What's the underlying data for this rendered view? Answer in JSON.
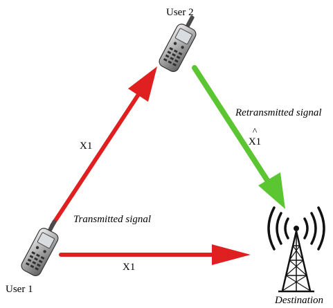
{
  "nodes": {
    "user1": {
      "label": "User 1",
      "icon": "mobile-phone-icon"
    },
    "user2": {
      "label": "User 2",
      "icon": "mobile-phone-icon"
    },
    "destination": {
      "label": "Destination",
      "icon": "radio-tower-icon"
    }
  },
  "edges": {
    "user1_to_user2": {
      "label": "X1",
      "color": "#e02020"
    },
    "user1_to_destination": {
      "label": "X1",
      "color": "#e02020"
    },
    "user2_to_destination": {
      "label": "X1",
      "hat": "^",
      "color": "#5cc532"
    }
  },
  "annotations": {
    "transmitted": "Transmitted signal",
    "retransmitted": "Retransmitted signal"
  },
  "colors": {
    "red_arrow": "#e02020",
    "green_arrow": "#5cc532",
    "phone_body": "#8a8a8a",
    "screen": "#d9dde0"
  }
}
